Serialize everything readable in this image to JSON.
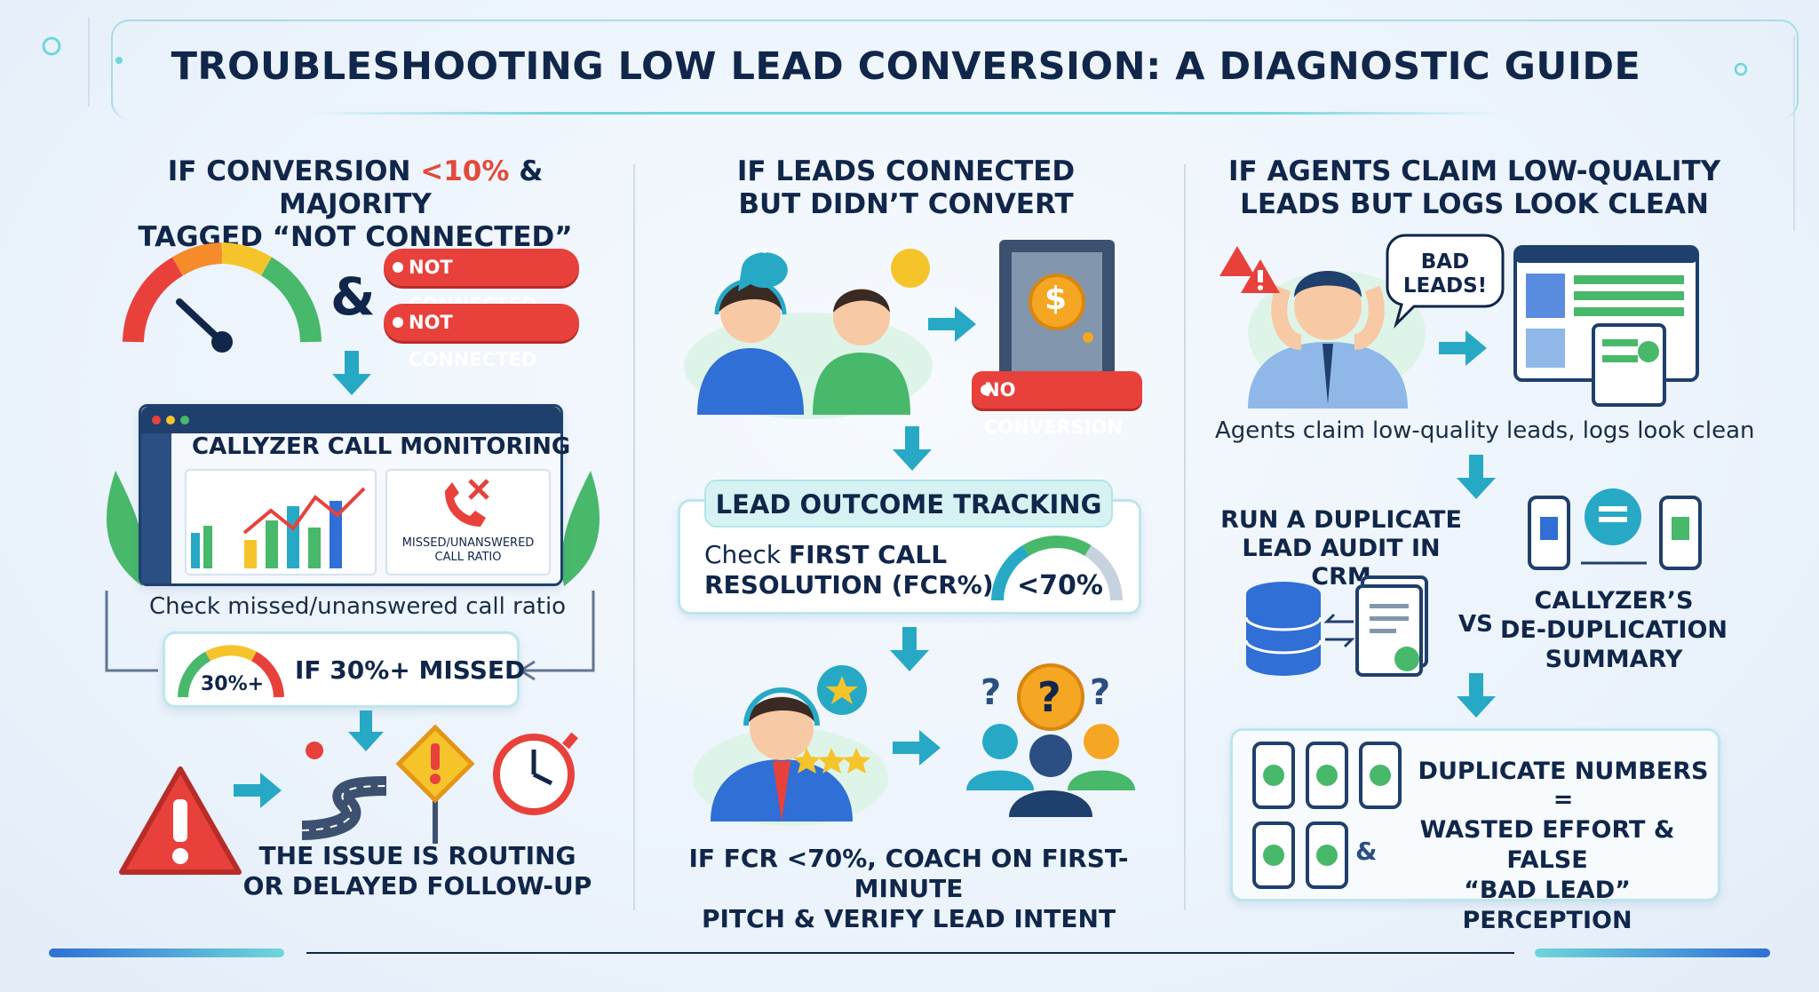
{
  "title": "TROUBLESHOOTING LOW LEAD CONVERSION: A DIAGNOSTIC GUIDE",
  "col1": {
    "heading_a": "IF CONVERSION ",
    "heading_red": "<10%",
    "heading_b": " & MAJORITY",
    "heading_line2": "TAGGED “NOT CONNECTED”",
    "ampersand": "&",
    "tag1": "NOT CONNECTED",
    "tag2": "NOT CONNECTED",
    "dashboard_title": "CALLYZER CALL MONITORING",
    "missed_label_1": "MISSED/UNANSWERED",
    "missed_label_2": "CALL RATIO",
    "check_text": "Check missed/unanswered call ratio",
    "gauge_value": "30%+",
    "missed_text": "IF 30%+ MISSED",
    "result_line1": "THE ISSUE IS ROUTING",
    "result_line2": "OR DELAYED FOLLOW-UP"
  },
  "col2": {
    "heading_line1": "IF LEADS CONNECTED",
    "heading_line2": "BUT DIDN’T CONVERT",
    "no_conversion": "NO CONVERSION",
    "dollar": "$",
    "tracking_title": "LEAD OUTCOME TRACKING",
    "check_prefix": "Check ",
    "check_bold": "FIRST CALL",
    "check_line2": "RESOLUTION (FCR%)",
    "gauge_value": "<70%",
    "q1": "?",
    "q2": "?",
    "q3": "?",
    "result_line1": "IF FCR <70%, COACH ON FIRST-MINUTE",
    "result_line2": "PITCH & VERIFY LEAD INTENT"
  },
  "col3": {
    "heading_line1": "IF AGENTS CLAIM LOW-QUALITY",
    "heading_line2": "LEADS BUT LOGS LOOK CLEAN",
    "bubble_line1": "BAD",
    "bubble_line2": "LEADS!",
    "caption": "Agents claim low-quality leads, logs look clean",
    "audit_line1": "RUN A DUPLICATE",
    "audit_line2": "LEAD AUDIT IN CRM",
    "vs": "VS",
    "dedup_line1": "CALLYZER’S",
    "dedup_line2": "DE-DUPLICATION",
    "dedup_line3": "SUMMARY",
    "dup_line1": "DUPLICATE NUMBERS",
    "dup_eq": "=",
    "dup_amp": "&",
    "dup_line2": "WASTED EFFORT & FALSE",
    "dup_line3": "“BAD LEAD” PERCEPTION"
  },
  "colors": {
    "navy": "#10264a",
    "red": "#e8413c",
    "teal": "#27a9c6",
    "mint": "#6fd6db",
    "blue": "#2f6fd6"
  }
}
